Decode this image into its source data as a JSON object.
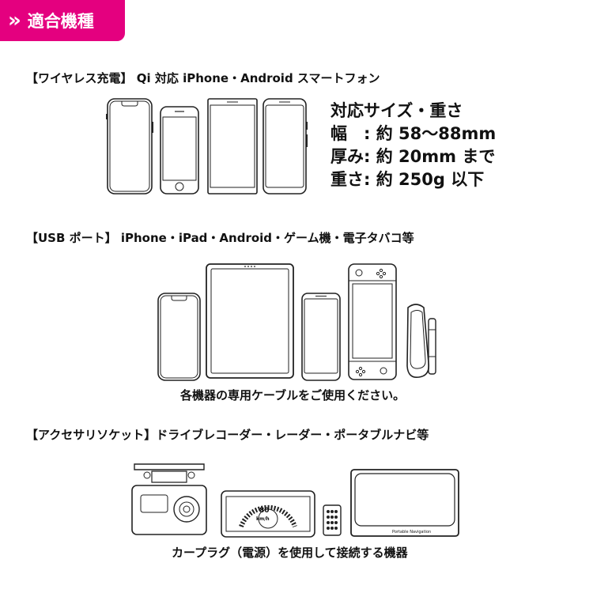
{
  "badge": {
    "chevron": "»",
    "title": "適合機種"
  },
  "wireless": {
    "heading": "【ワイヤレス充電】 Qi 対応 iPhone・Android スマートフォン",
    "specs": [
      "対応サイズ・重さ",
      "幅　: 約 58〜88mm",
      "厚み: 約 20mm まで",
      "重さ: 約 250g 以下"
    ]
  },
  "usb": {
    "heading": "【USB ポート】 iPhone・iPad・Android・ゲーム機・電子タバコ等",
    "note": "各機器の専用ケーブルをご使用ください。"
  },
  "socket": {
    "heading": "【アクセサリソケット】ドライブレコーダー・レーダー・ポータブルナビ等",
    "note": "カープラグ（電源）を使用して接続する機器",
    "radar_reading": "80",
    "radar_unit": "km/h",
    "navi_label": "Portable Navigation"
  },
  "colors": {
    "accent": "#e4007f",
    "text": "#111111",
    "line": "#222222"
  }
}
